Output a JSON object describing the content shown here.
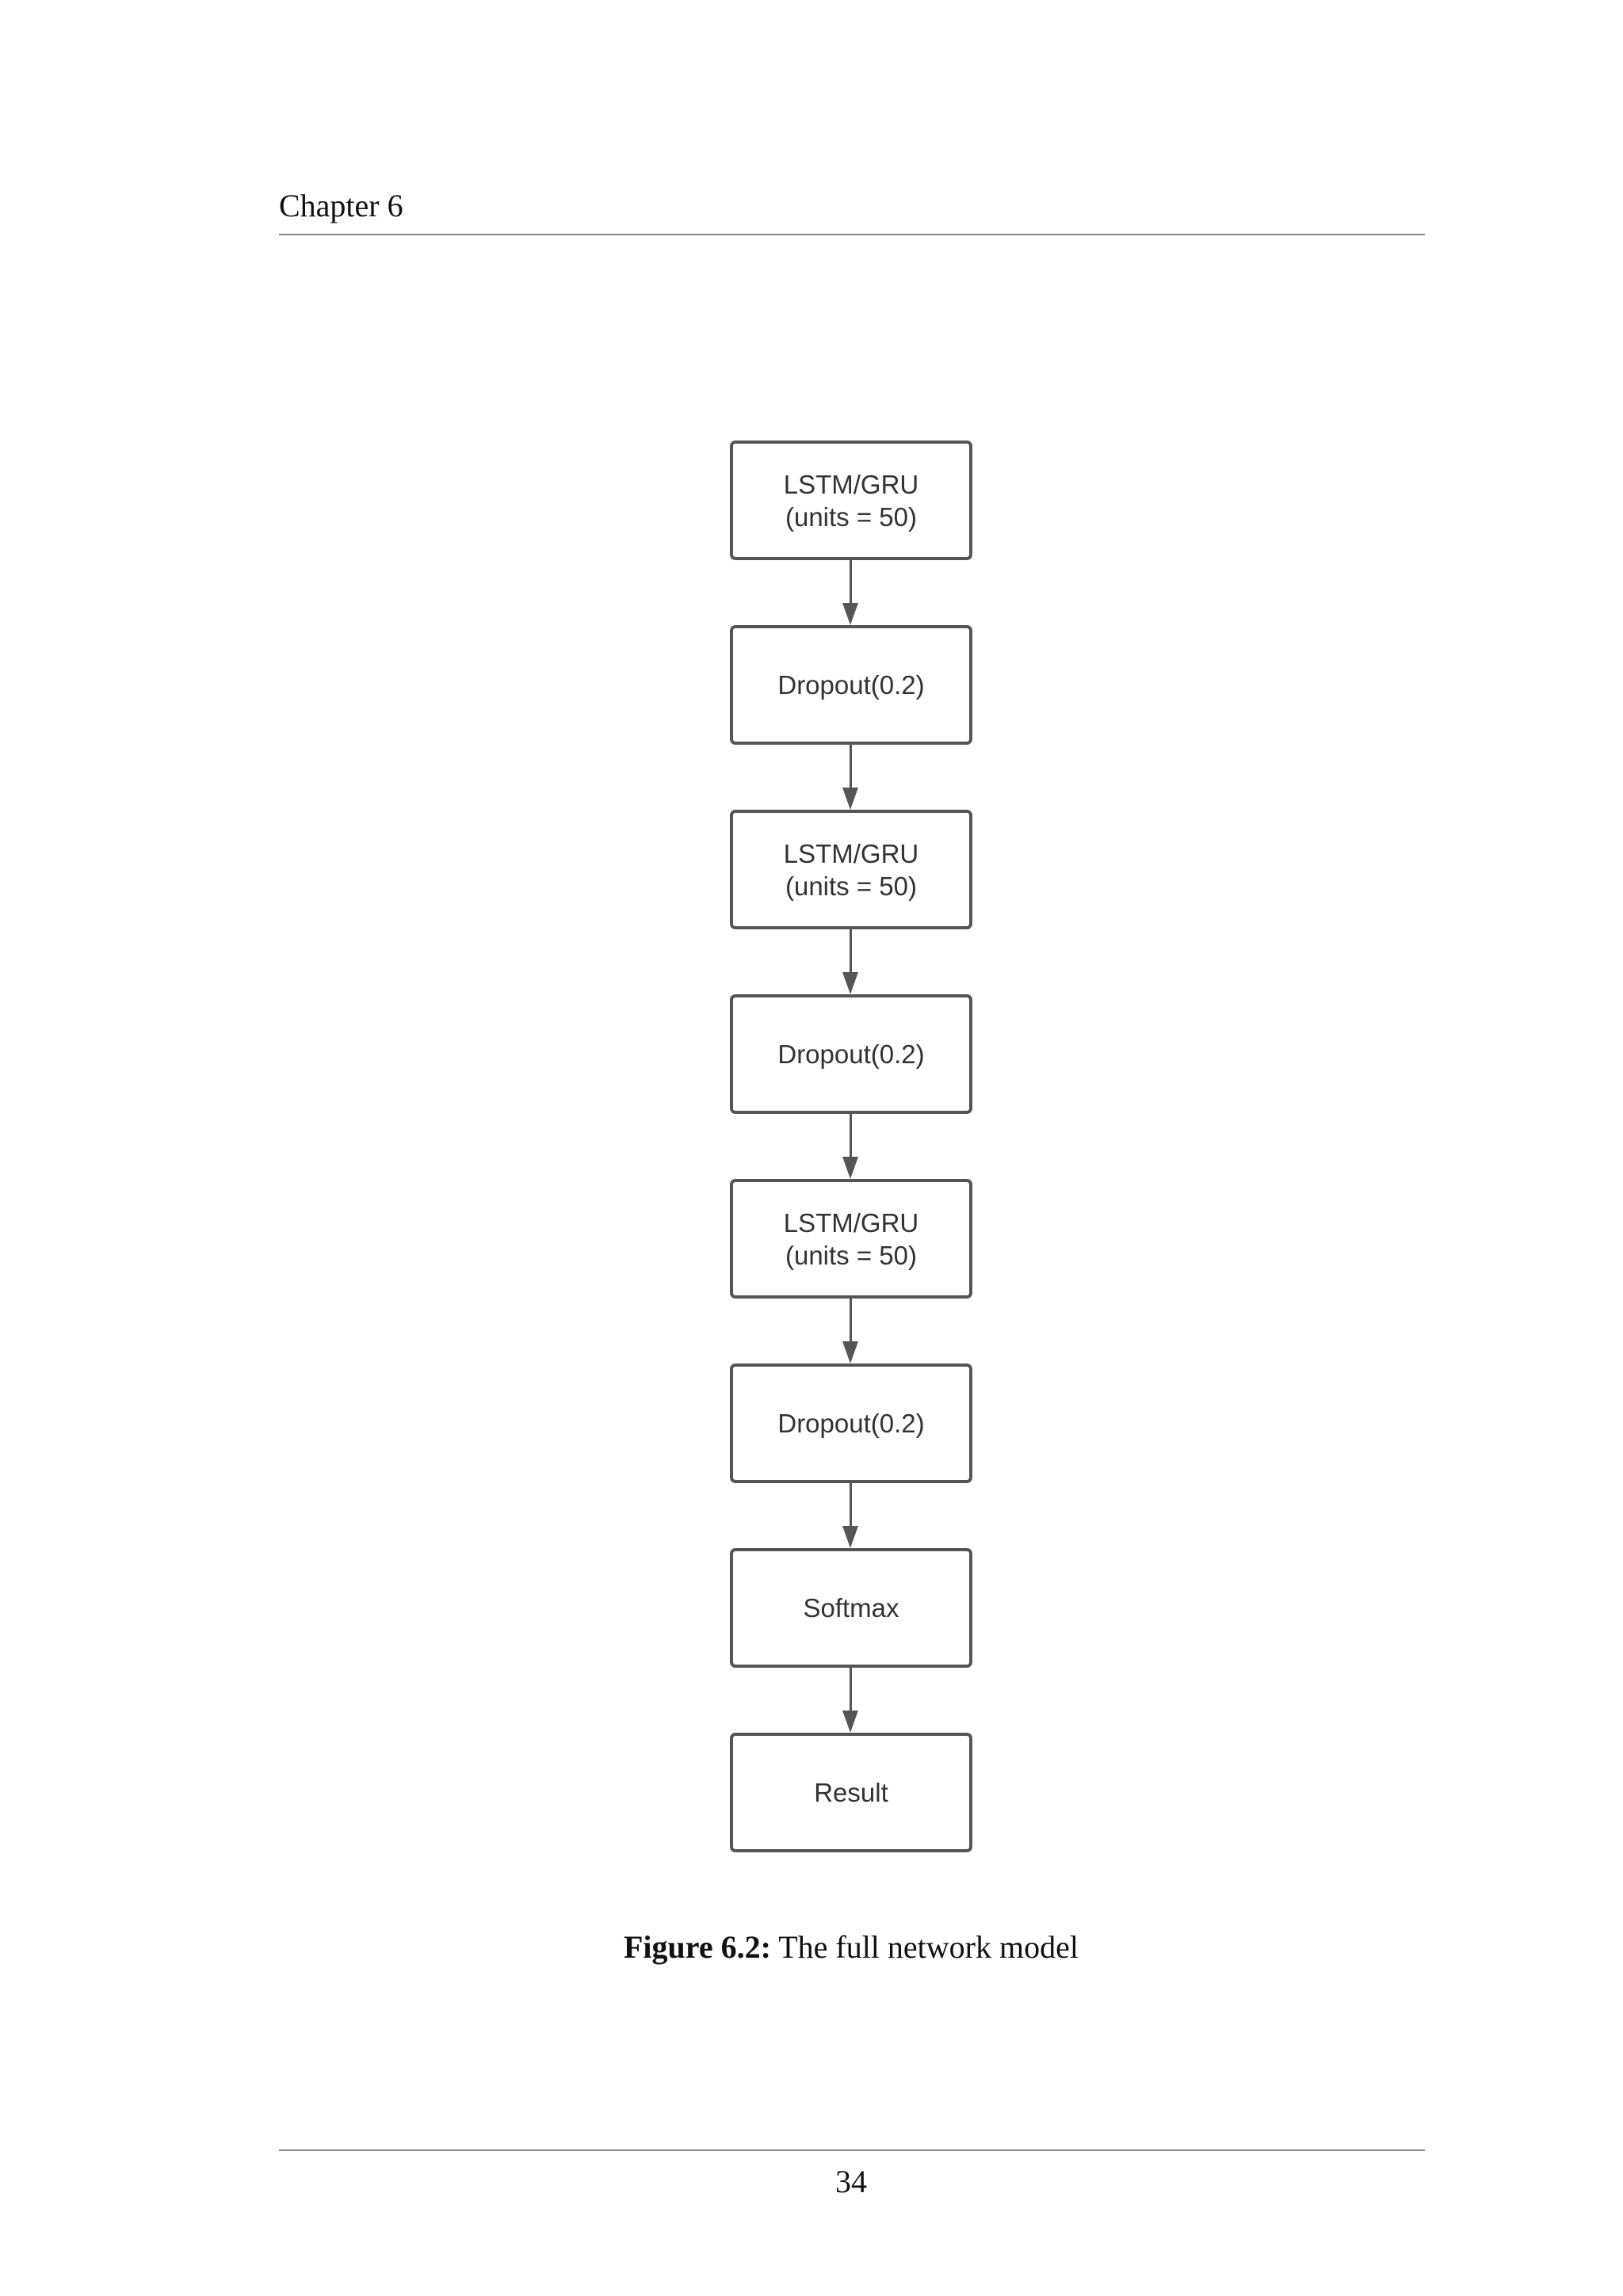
{
  "header": {
    "running_title": "Chapter 6"
  },
  "figure": {
    "nodes": [
      {
        "label": "LSTM/GRU\n(units = 50)"
      },
      {
        "label": "Dropout(0.2)"
      },
      {
        "label": "LSTM/GRU\n(units = 50)"
      },
      {
        "label": "Dropout(0.2)"
      },
      {
        "label": "LSTM/GRU\n(units = 50)"
      },
      {
        "label": "Dropout(0.2)"
      },
      {
        "label": "Softmax"
      },
      {
        "label": "Result"
      }
    ],
    "caption": {
      "label": "Figure 6.2:",
      "text": "The full network model"
    }
  },
  "footer": {
    "page_number": "34"
  },
  "colors": {
    "node_border": "#555555",
    "node_text": "#333333",
    "rule": "#8a8a8a"
  }
}
